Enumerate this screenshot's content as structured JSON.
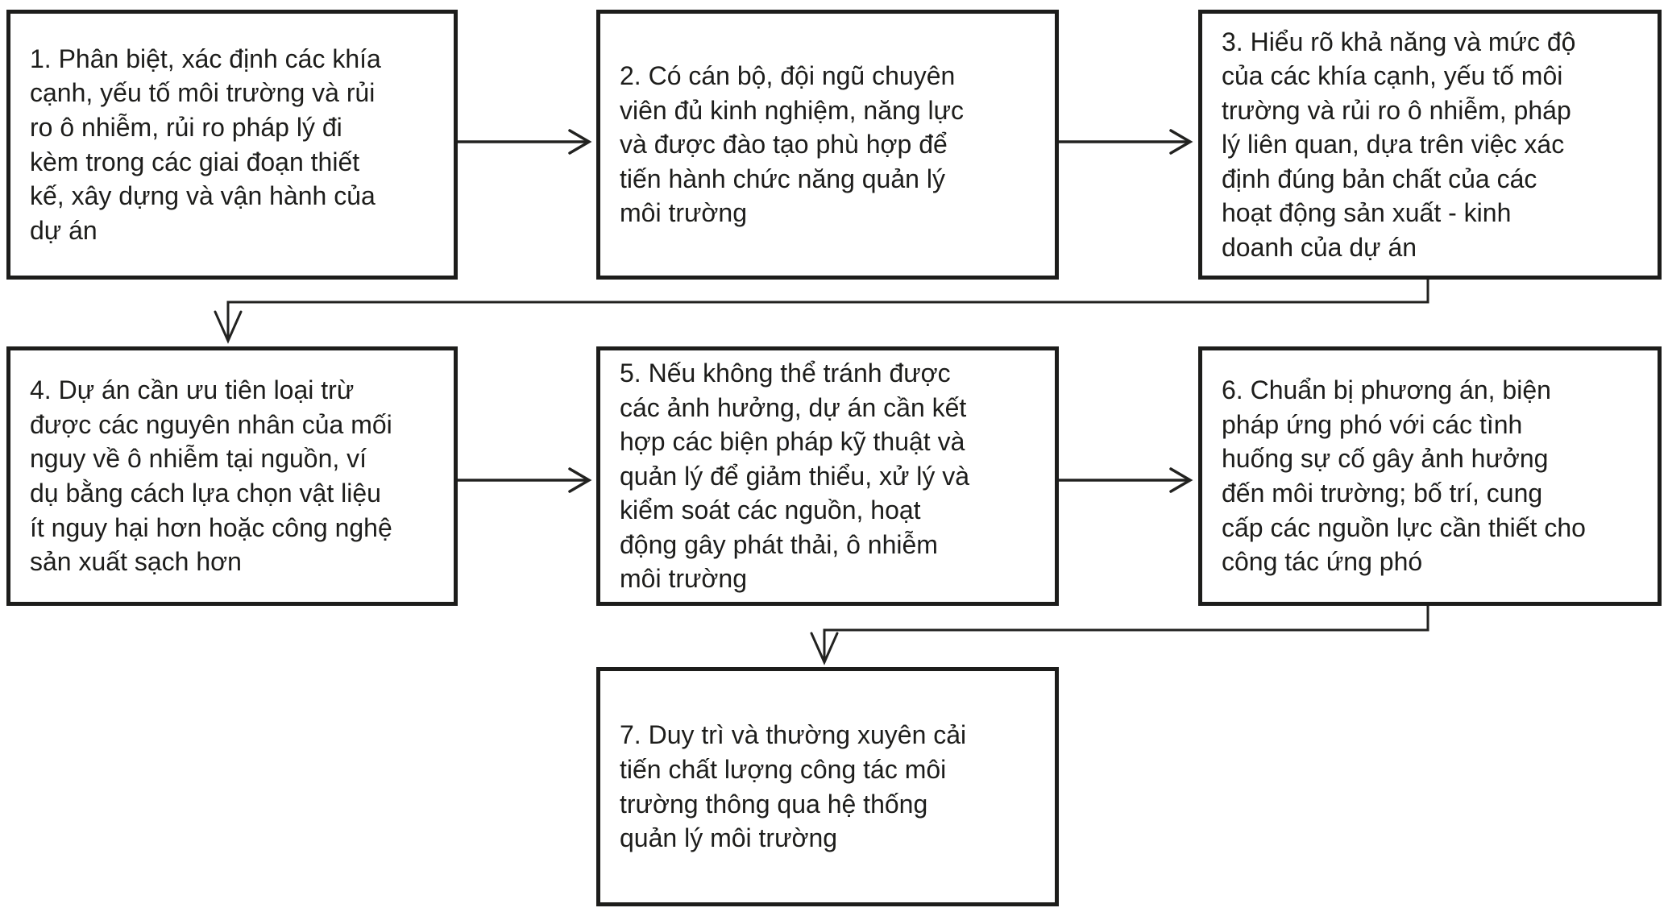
{
  "diagram": {
    "type": "flowchart",
    "background_color": "#ffffff",
    "box_border_color": "#1d1d1b",
    "text_color": "#1d1d1b",
    "boxes": [
      {
        "id": "1",
        "text": "1. Phân biệt, xác định các khía\ncạnh, yếu tố môi trường và rủi\nro ô nhiễm, rủi ro pháp lý đi\nkèm trong các giai đoạn thiết\nkế, xây dựng và vận hành của\ndự án"
      },
      {
        "id": "2",
        "text": "2. Có cán bộ, đội ngũ chuyên\nviên đủ kinh nghiệm, năng lực\nvà được đào tạo phù hợp để\ntiến hành chức năng quản lý\nmôi trường"
      },
      {
        "id": "3",
        "text": "3. Hiểu rõ khả năng và mức độ\ncủa các khía cạnh, yếu tố môi\ntrường và rủi ro ô nhiễm, pháp\nlý liên quan, dựa trên việc xác\nđịnh đúng bản chất của các\nhoạt động sản xuất - kinh\ndoanh của dự án"
      },
      {
        "id": "4",
        "text": "4. Dự án cần ưu tiên loại trừ\nđược các nguyên nhân của mối\nnguy về ô nhiễm tại nguồn, ví\ndụ bằng cách lựa chọn vật liệu\nít nguy hại hơn hoặc công nghệ\nsản xuất sạch hơn"
      },
      {
        "id": "5",
        "text": "5. Nếu không thể tránh được\ncác ảnh hưởng, dự án cần kết\nhợp các biện pháp kỹ thuật và\nquản lý để giảm thiểu, xử lý và\nkiểm soát các nguồn, hoạt\nđộng gây phát thải, ô nhiễm\nmôi trường"
      },
      {
        "id": "6",
        "text": "6. Chuẩn bị phương án, biện\npháp ứng phó với các tình\nhuống sự cố gây ảnh hưởng\nđến môi trường; bố trí, cung\ncấp các nguồn lực cần thiết cho\ncông tác ứng phó"
      },
      {
        "id": "7",
        "text": "7. Duy trì và thường xuyên cải\ntiến chất lượng công tác môi\ntrường thông qua hệ thống\nquản lý môi trường"
      }
    ],
    "connections": [
      {
        "from": "1",
        "to": "2",
        "style": "arrow-right"
      },
      {
        "from": "2",
        "to": "3",
        "style": "arrow-right"
      },
      {
        "from": "3",
        "to": "4",
        "style": "elbow-down-left"
      },
      {
        "from": "4",
        "to": "5",
        "style": "arrow-right"
      },
      {
        "from": "5",
        "to": "6",
        "style": "arrow-right"
      },
      {
        "from": "6",
        "to": "7",
        "style": "elbow-down-left"
      }
    ]
  }
}
